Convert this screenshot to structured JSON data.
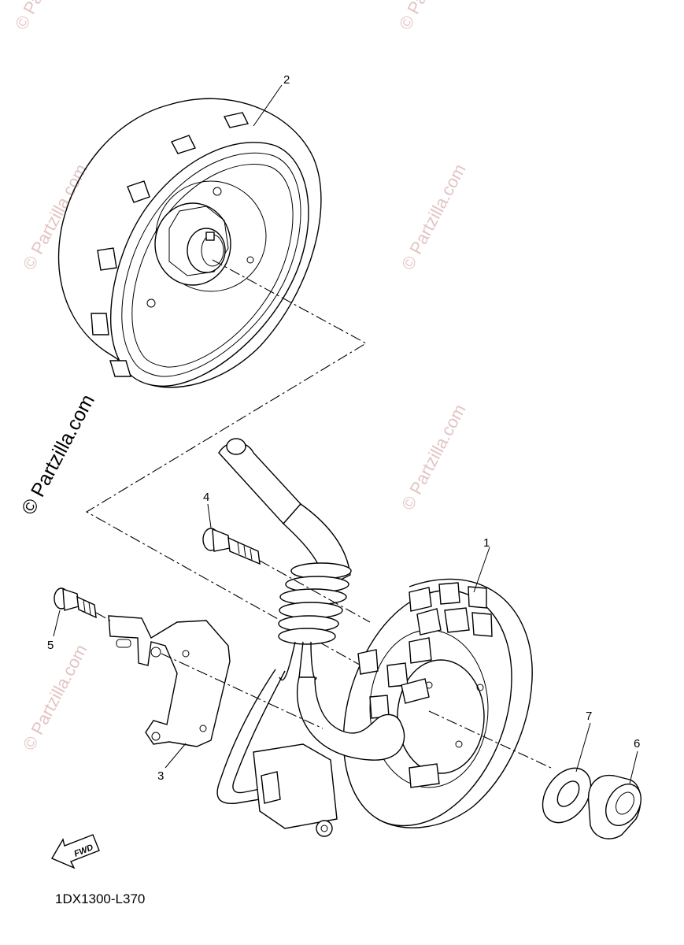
{
  "watermark": {
    "small_text": "© Partzilla.com",
    "large_text": "© Partzilla.com",
    "color": "#e3c4c4"
  },
  "diagram": {
    "code": "1DX1300-L370",
    "fwd_label": "FWD"
  },
  "callouts": [
    {
      "id": "1",
      "part": "stator"
    },
    {
      "id": "2",
      "part": "rotor"
    },
    {
      "id": "3",
      "part": "cable-clamp"
    },
    {
      "id": "4",
      "part": "bolt"
    },
    {
      "id": "5",
      "part": "bolt"
    },
    {
      "id": "6",
      "part": "nut"
    },
    {
      "id": "7",
      "part": "washer"
    }
  ]
}
